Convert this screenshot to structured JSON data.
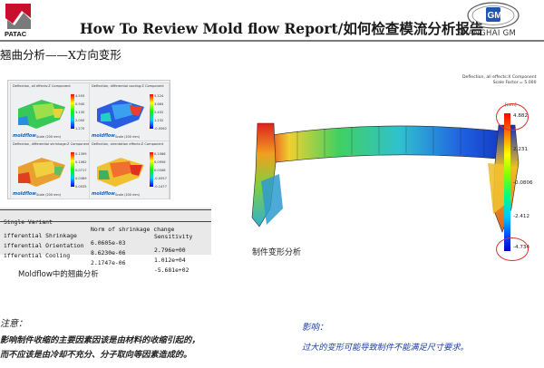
{
  "header": {
    "title": "How To Review Mold flow Report/如何检查模流分析报告",
    "left_logo_text": "PATAC",
    "right_logo_text": "GM",
    "right_logo_sub": "SHANGHAI GM"
  },
  "section_title": "翘曲分析——X方向变形",
  "thumbnails": [
    {
      "caption": "Deflection, all effects:Z Component",
      "values": [
        "4.593",
        "0.940",
        "3.135",
        "2.000",
        "1.270"
      ],
      "watermark": "moldflow",
      "scale": "Scale (200 mm)"
    },
    {
      "caption": "Deflection, differential cooling:Z Component",
      "values": [
        "5.224",
        "3.664",
        "2.402",
        "1.232",
        "-0.0562"
      ],
      "watermark": "moldflow",
      "scale": "Scale (200 mm)"
    },
    {
      "caption": "Deflection, differential shrinkage:Z Component",
      "values": [
        "0.1399",
        "0.1062",
        "0.0717",
        "0.0369",
        "0.0035"
      ],
      "watermark": "moldflow",
      "scale": "Scale (200 mm)"
    },
    {
      "caption": "Deflection, orientation effects:Z Component",
      "values": [
        "0.1566",
        "0.0956",
        "0.0346",
        "-0.0557",
        "-0.1477"
      ],
      "watermark": "moldflow",
      "scale": "Scale (200 mm)"
    }
  ],
  "sensitivity_table": {
    "columns": [
      "Single Variant",
      "Norm of shrinkage change",
      "Sensitivity"
    ],
    "rows": [
      [
        "ifferential Shrinkage",
        "6.0605e-03",
        "2.796e+00"
      ],
      [
        "ifferential Orientation",
        "8.6230e-06",
        "1.012e+04"
      ],
      [
        "ifferential Cooling",
        "2.1747e-06",
        "-5.681e+02"
      ]
    ]
  },
  "moldflow_caption": "Moldflow中的翘曲分析",
  "plot": {
    "title_line1": "Deflection, all effects:X Component",
    "title_line2": "Scale Factor = 5.000",
    "unit": "[mm]",
    "colorbar_values": [
      "4.882",
      "2.231",
      "-0.0806",
      "-2.412",
      "-4.734"
    ],
    "caption": "制件变形分析",
    "colors": {
      "max": "#ff0000",
      "min": "#0000c0",
      "highlight": "#e03030"
    }
  },
  "notes": {
    "left_title": "注意：",
    "left_line1": "影响制件收缩的主要因素因该是由材料的收缩引起的，",
    "left_line2": "而不应该是由冷却不充分、分子取向等因素造成的。",
    "right_title": "影响：",
    "right_line1": "过大的变形可能导致制件不能满足尺寸要求。"
  }
}
